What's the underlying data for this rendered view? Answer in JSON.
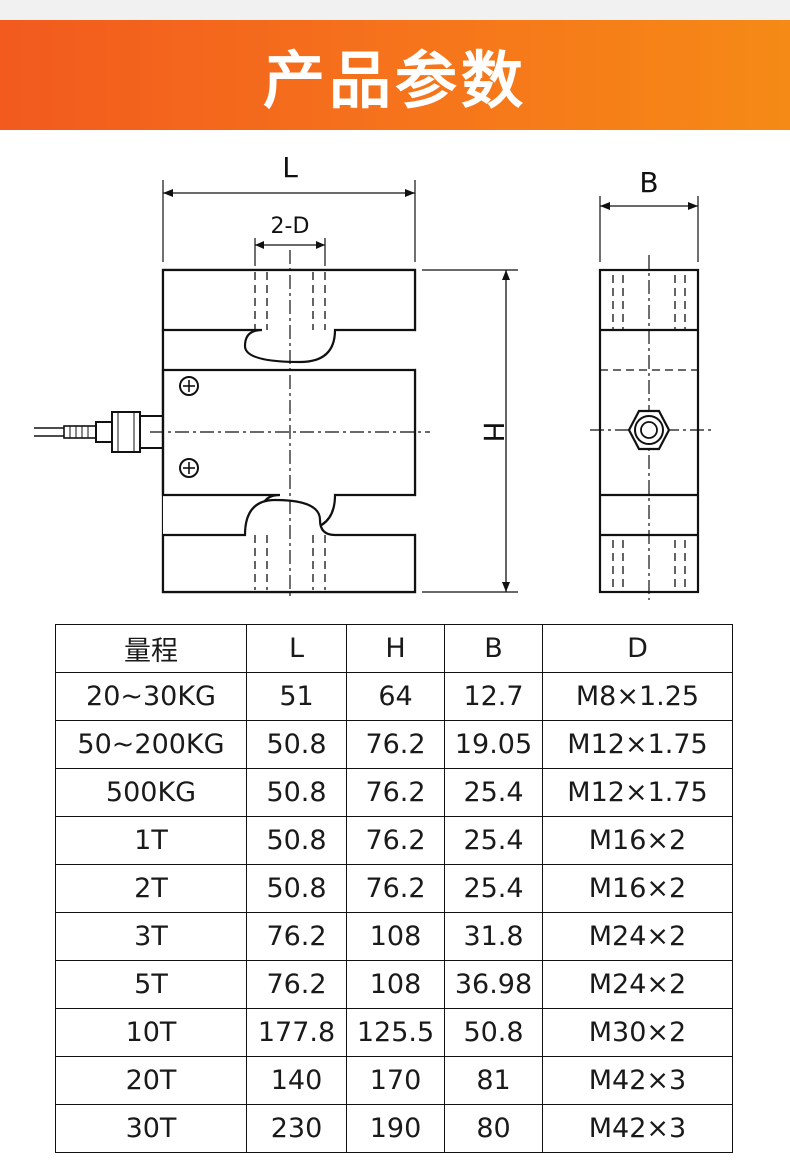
{
  "banner": {
    "title": "产品参数"
  },
  "drawing": {
    "front_labels": {
      "width": "L",
      "hole": "2-D",
      "height": "H"
    },
    "side_labels": {
      "width": "B"
    }
  },
  "table": {
    "headers": [
      "量程",
      "L",
      "H",
      "B",
      "D"
    ],
    "rows": [
      [
        "20~30KG",
        "51",
        "64",
        "12.7",
        "M8×1.25"
      ],
      [
        "50~200KG",
        "50.8",
        "76.2",
        "19.05",
        "M12×1.75"
      ],
      [
        "500KG",
        "50.8",
        "76.2",
        "25.4",
        "M12×1.75"
      ],
      [
        "1T",
        "50.8",
        "76.2",
        "25.4",
        "M16×2"
      ],
      [
        "2T",
        "50.8",
        "76.2",
        "25.4",
        "M16×2"
      ],
      [
        "3T",
        "76.2",
        "108",
        "31.8",
        "M24×2"
      ],
      [
        "5T",
        "76.2",
        "108",
        "36.98",
        "M24×2"
      ],
      [
        "10T",
        "177.8",
        "125.5",
        "50.8",
        "M30×2"
      ],
      [
        "20T",
        "140",
        "170",
        "81",
        "M42×3"
      ],
      [
        "30T",
        "230",
        "190",
        "80",
        "M42×3"
      ]
    ]
  }
}
